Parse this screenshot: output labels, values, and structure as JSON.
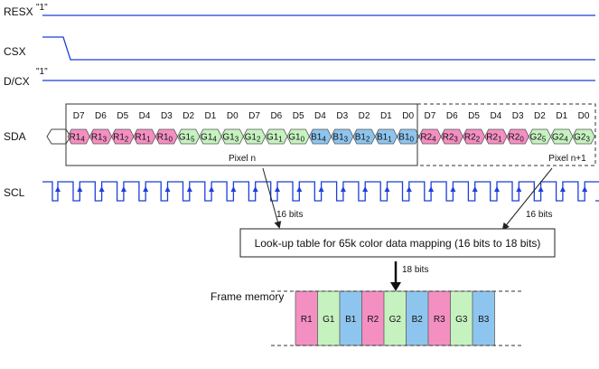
{
  "signals": {
    "resx": {
      "label": "RESX",
      "level": "\"1\""
    },
    "csx": {
      "label": "CSX"
    },
    "dcx": {
      "label": "D/CX",
      "level": "\"1\""
    },
    "sda": {
      "label": "SDA"
    },
    "scl": {
      "label": "SCL"
    }
  },
  "bit_headers": [
    "D7",
    "D6",
    "D5",
    "D4",
    "D3",
    "D2",
    "D1",
    "D0",
    "D7",
    "D6",
    "D5",
    "D4",
    "D3",
    "D2",
    "D1",
    "D0",
    "D7",
    "D6",
    "D5",
    "D4",
    "D3",
    "D2",
    "D1",
    "D0"
  ],
  "sda_bits": [
    {
      "main": "R1",
      "sub": "4",
      "color": "pink"
    },
    {
      "main": "R1",
      "sub": "3",
      "color": "pink"
    },
    {
      "main": "R1",
      "sub": "2",
      "color": "pink"
    },
    {
      "main": "R1",
      "sub": "1",
      "color": "pink"
    },
    {
      "main": "R1",
      "sub": "0",
      "color": "pink"
    },
    {
      "main": "G1",
      "sub": "5",
      "color": "green"
    },
    {
      "main": "G1",
      "sub": "4",
      "color": "green"
    },
    {
      "main": "G1",
      "sub": "3",
      "color": "green"
    },
    {
      "main": "G1",
      "sub": "2",
      "color": "green"
    },
    {
      "main": "G1",
      "sub": "1",
      "color": "green"
    },
    {
      "main": "G1",
      "sub": "0",
      "color": "green"
    },
    {
      "main": "B1",
      "sub": "4",
      "color": "blue"
    },
    {
      "main": "B1",
      "sub": "3",
      "color": "blue"
    },
    {
      "main": "B1",
      "sub": "2",
      "color": "blue"
    },
    {
      "main": "B1",
      "sub": "1",
      "color": "blue"
    },
    {
      "main": "B1",
      "sub": "0",
      "color": "blue"
    },
    {
      "main": "R2",
      "sub": "4",
      "color": "pink"
    },
    {
      "main": "R2",
      "sub": "3",
      "color": "pink"
    },
    {
      "main": "R2",
      "sub": "2",
      "color": "pink"
    },
    {
      "main": "R2",
      "sub": "1",
      "color": "pink"
    },
    {
      "main": "R2",
      "sub": "0",
      "color": "pink"
    },
    {
      "main": "G2",
      "sub": "5",
      "color": "green"
    },
    {
      "main": "G2",
      "sub": "4",
      "color": "green"
    },
    {
      "main": "G2",
      "sub": "3",
      "color": "green"
    }
  ],
  "pixel_n": "Pixel n",
  "pixel_n1": "Pixel n+1",
  "bits16_left": "16 bits",
  "bits16_right": "16 bits",
  "lut_label": "Look-up table for 65k color data mapping (16 bits to 18 bits)",
  "bits18": "18 bits",
  "frame_memory_label": "Frame memory",
  "frame_cells": [
    {
      "label": "R1",
      "color": "pink"
    },
    {
      "label": "G1",
      "color": "green"
    },
    {
      "label": "B1",
      "color": "blue"
    },
    {
      "label": "R2",
      "color": "pink"
    },
    {
      "label": "G2",
      "color": "green"
    },
    {
      "label": "B2",
      "color": "blue"
    },
    {
      "label": "R3",
      "color": "pink"
    },
    {
      "label": "G3",
      "color": "green"
    },
    {
      "label": "B3",
      "color": "blue"
    }
  ],
  "colors": {
    "pink": "#f48fc2",
    "green": "#c6f2c0",
    "blue": "#8ec5ee",
    "signal": "#1d3fd8"
  }
}
